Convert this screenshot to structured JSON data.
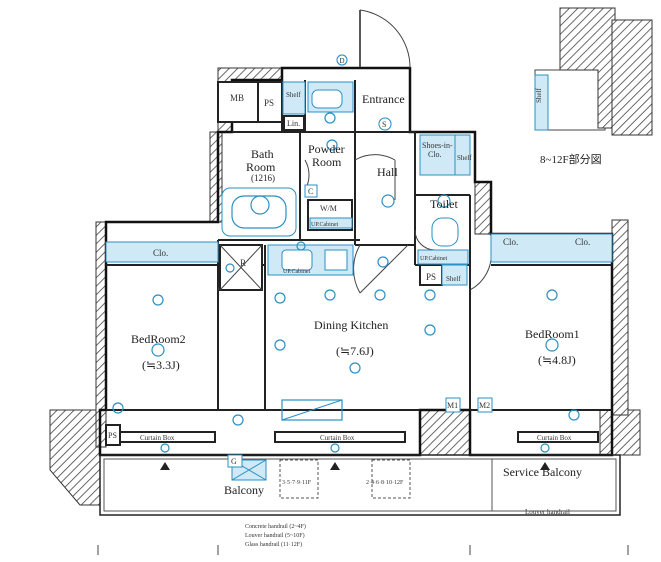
{
  "rooms": {
    "entrance": "Entrance",
    "hall": "Hall",
    "toilet": "Toilet",
    "powder_room_l1": "Powder",
    "powder_room_l2": "Room",
    "bath_room_l1": "Bath",
    "bath_room_l2": "Room",
    "bath_size": "(1216)",
    "dining_kitchen": "Dining Kitchen",
    "dining_kitchen_area": "(≒7.6J)",
    "bedroom1": "BedRoom1",
    "bedroom1_area": "(≒4.8J)",
    "bedroom2": "BedRoom2",
    "bedroom2_area": "(≒3.3J)",
    "balcony": "Balcony",
    "service_balcony": "Service Balcony"
  },
  "storage": {
    "mb": "MB",
    "ps": "PS",
    "shelf": "Shelf",
    "lin": "Lin.",
    "shoes_l1": "Shoes-in-",
    "shoes_l2": "Clo.",
    "wm": "W/M",
    "up_cabinet": "UP.Cabinet",
    "clo": "Clo.",
    "r": "R"
  },
  "labels": {
    "curtain_box": "Curtain Box",
    "m1": "M1",
    "m2": "M2",
    "floors_a": "3·5·7·9·11F",
    "floors_b": "2·4·6·8·10·12F",
    "louver_handrail": "Louver handrail",
    "handrail_1": "Concrete handrail (2~4F)",
    "handrail_2": "Louver handrail (5~10F)",
    "handrail_3": "Glass handrail (11·12F)",
    "inset_caption": "8~12F部分図"
  },
  "symbol_letters": {
    "d": "D",
    "s": "S",
    "c": "C",
    "g": "G"
  }
}
